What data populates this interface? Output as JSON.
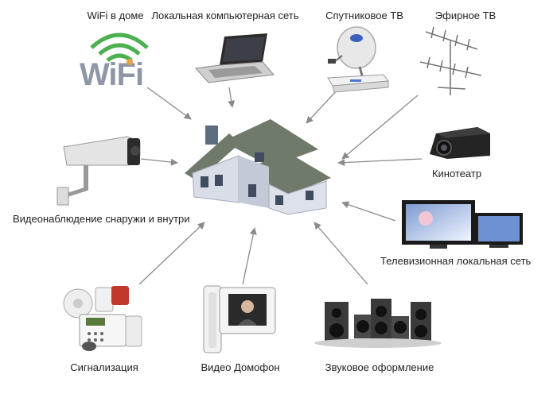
{
  "labels": {
    "wifi": "WiFi в доме",
    "lan": "Локальная компьютерная сеть",
    "satellite": "Спутниковое ТВ",
    "ota": "Эфирное ТВ",
    "cinema": "Кинотеатр",
    "cctv": "Видеонаблюдение снаружи и внутри",
    "tvlan": "Телевизионная локальная сеть",
    "alarm": "Сигнализация",
    "intercom": "Видео Домофон",
    "audio": "Звуковое оформление"
  },
  "logo": {
    "wifi_text": "WiFi"
  },
  "colors": {
    "arrow": "#8a8a8a",
    "roof": "#6f7a6a",
    "wall": "#d9dde6",
    "wifi_gray": "#8f96a6",
    "wifi_orange": "#e7a14a",
    "wifi_green": "#4caf50",
    "dark": "#2a2a2a",
    "siren": "#c0392b"
  }
}
